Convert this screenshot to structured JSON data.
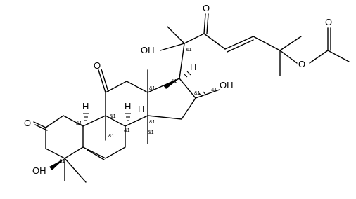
{
  "molecule": {
    "atom_labels": [
      "O",
      "O",
      "O",
      "OH",
      "OH",
      "OH",
      "O",
      "O"
    ],
    "hydrogen_labels": [
      "H",
      "H",
      "H",
      "H"
    ],
    "stereo_label": "&1",
    "stereo_centers": 12
  },
  "colors": {
    "stroke": "#000000",
    "background": "#ffffff"
  }
}
